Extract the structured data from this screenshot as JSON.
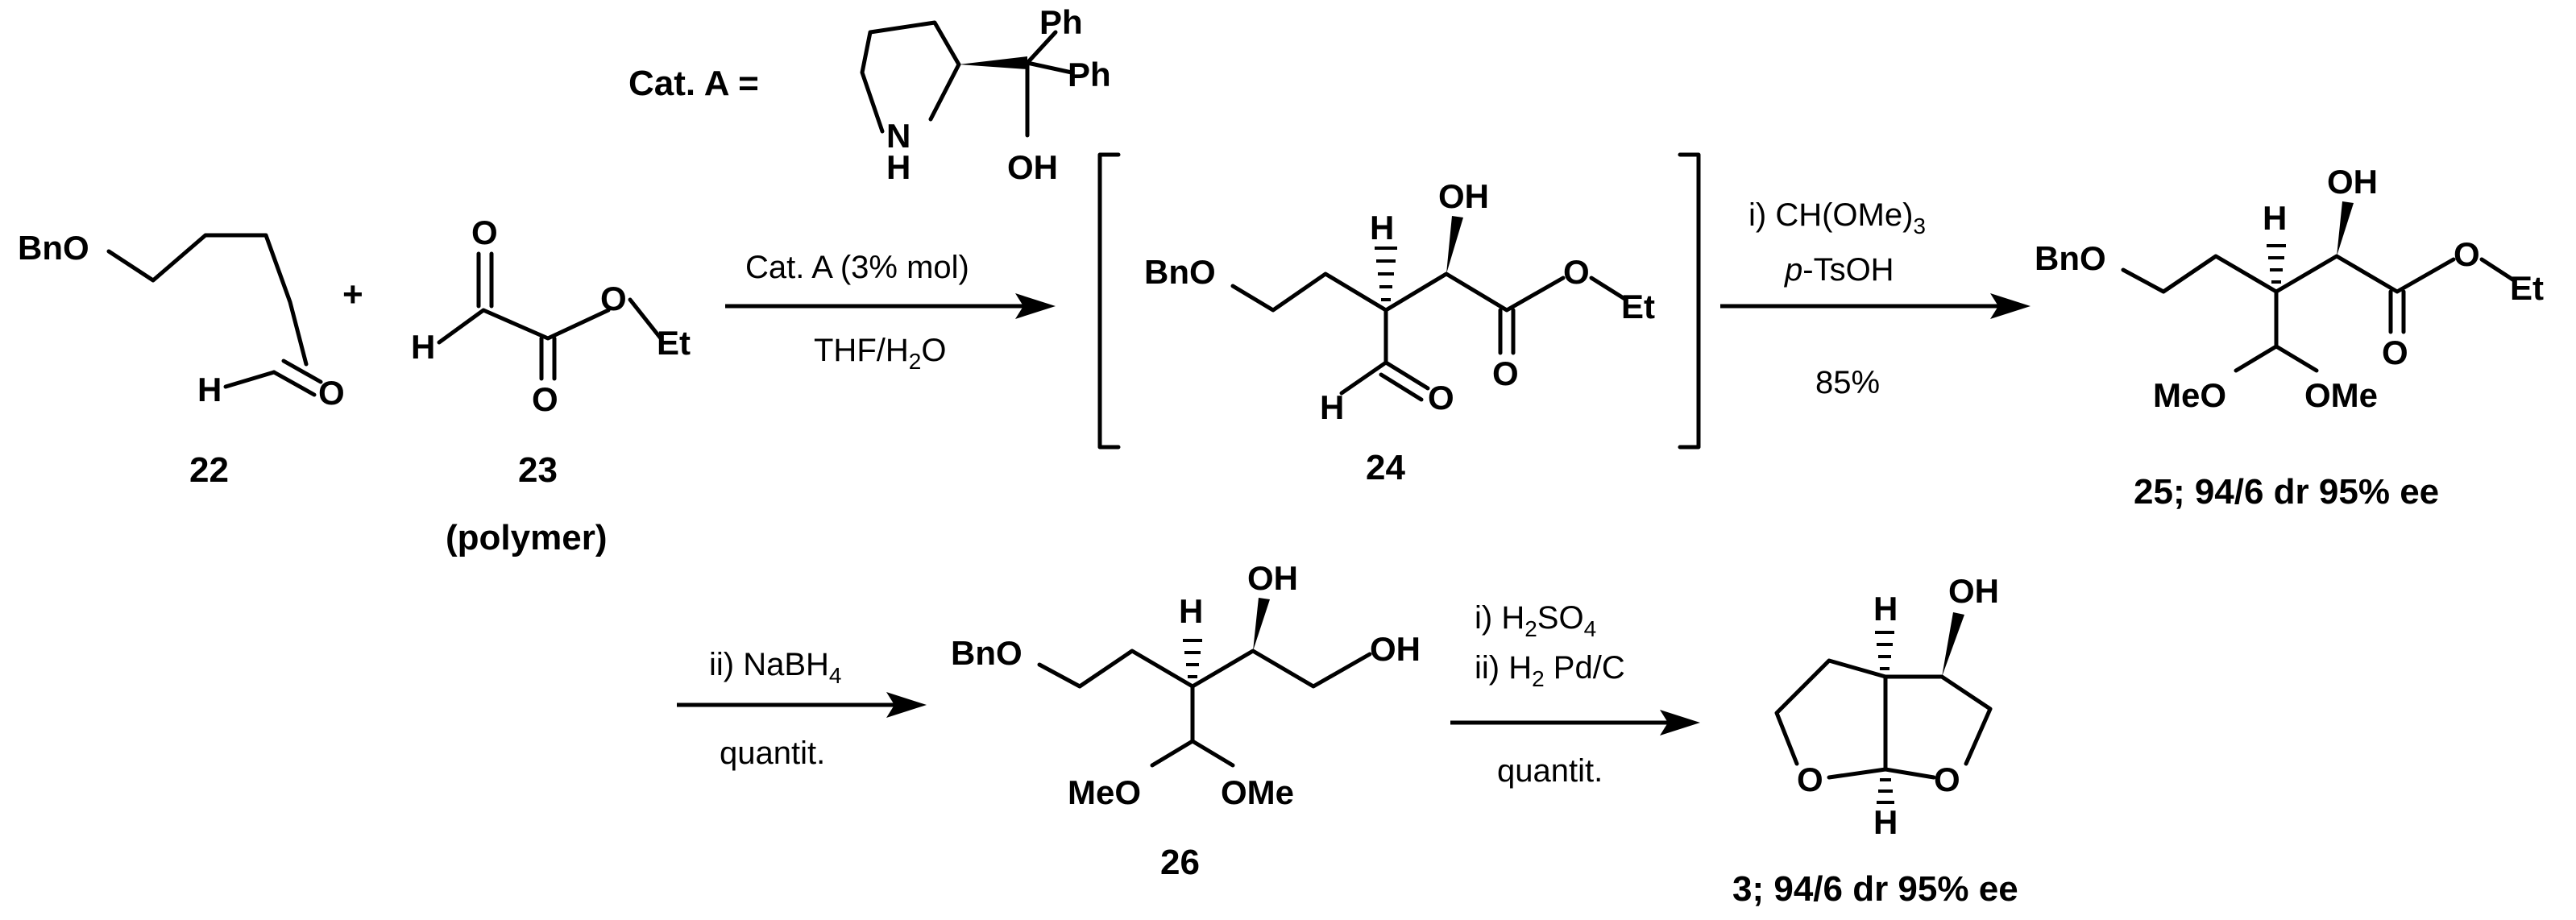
{
  "catalyst": {
    "label": "Cat. A =",
    "ph1": "Ph",
    "ph2": "Ph",
    "n": "N",
    "nh": "H",
    "oh": "OH"
  },
  "compounds": {
    "c22": {
      "bno": "BnO",
      "h": "H",
      "o": "O",
      "number": "22"
    },
    "plus": "+",
    "c23": {
      "o1": "O",
      "o2": "O",
      "o3": "O",
      "h": "H",
      "et": "Et",
      "number": "23",
      "note": "(polymer)"
    },
    "c24": {
      "bno": "BnO",
      "h": "H",
      "oh": "OH",
      "o_ester": "O",
      "et": "Et",
      "o_carbonyl": "O",
      "ald_h": "H",
      "ald_o": "O",
      "number": "24"
    },
    "c25": {
      "bno": "BnO",
      "h": "H",
      "oh": "OH",
      "o_ester": "O",
      "et": "Et",
      "o_carbonyl": "O",
      "meo": "MeO",
      "ome": "OMe",
      "number": "25; 94/6 dr 95% ee"
    },
    "c26": {
      "bno": "BnO",
      "h": "H",
      "oh1": "OH",
      "oh2": "OH",
      "meo": "MeO",
      "ome": "OMe",
      "number": "26"
    },
    "c3": {
      "h_top": "H",
      "oh": "OH",
      "o1": "O",
      "o2": "O",
      "h_bottom": "H",
      "number": "3; 94/6 dr 95% ee"
    }
  },
  "steps": [
    {
      "above": "Cat. A (3% mol)",
      "below": "THF/H",
      "below_sub": "2",
      "below_end": "O"
    },
    {
      "above1": "i) CH(OMe)",
      "above1_sub": "3",
      "above2_pre": "p",
      "above2_post": "-TsOH",
      "below": "85%"
    },
    {
      "above": "ii) NaBH",
      "above_sub": "4",
      "below": "quantit."
    },
    {
      "above1": "i) H",
      "above1_sub": "2",
      "above1_end": "SO",
      "above1_sub2": "4",
      "above2": "ii) H",
      "above2_sub": "2",
      "above2_end": " Pd/C",
      "below": "quantit."
    }
  ]
}
